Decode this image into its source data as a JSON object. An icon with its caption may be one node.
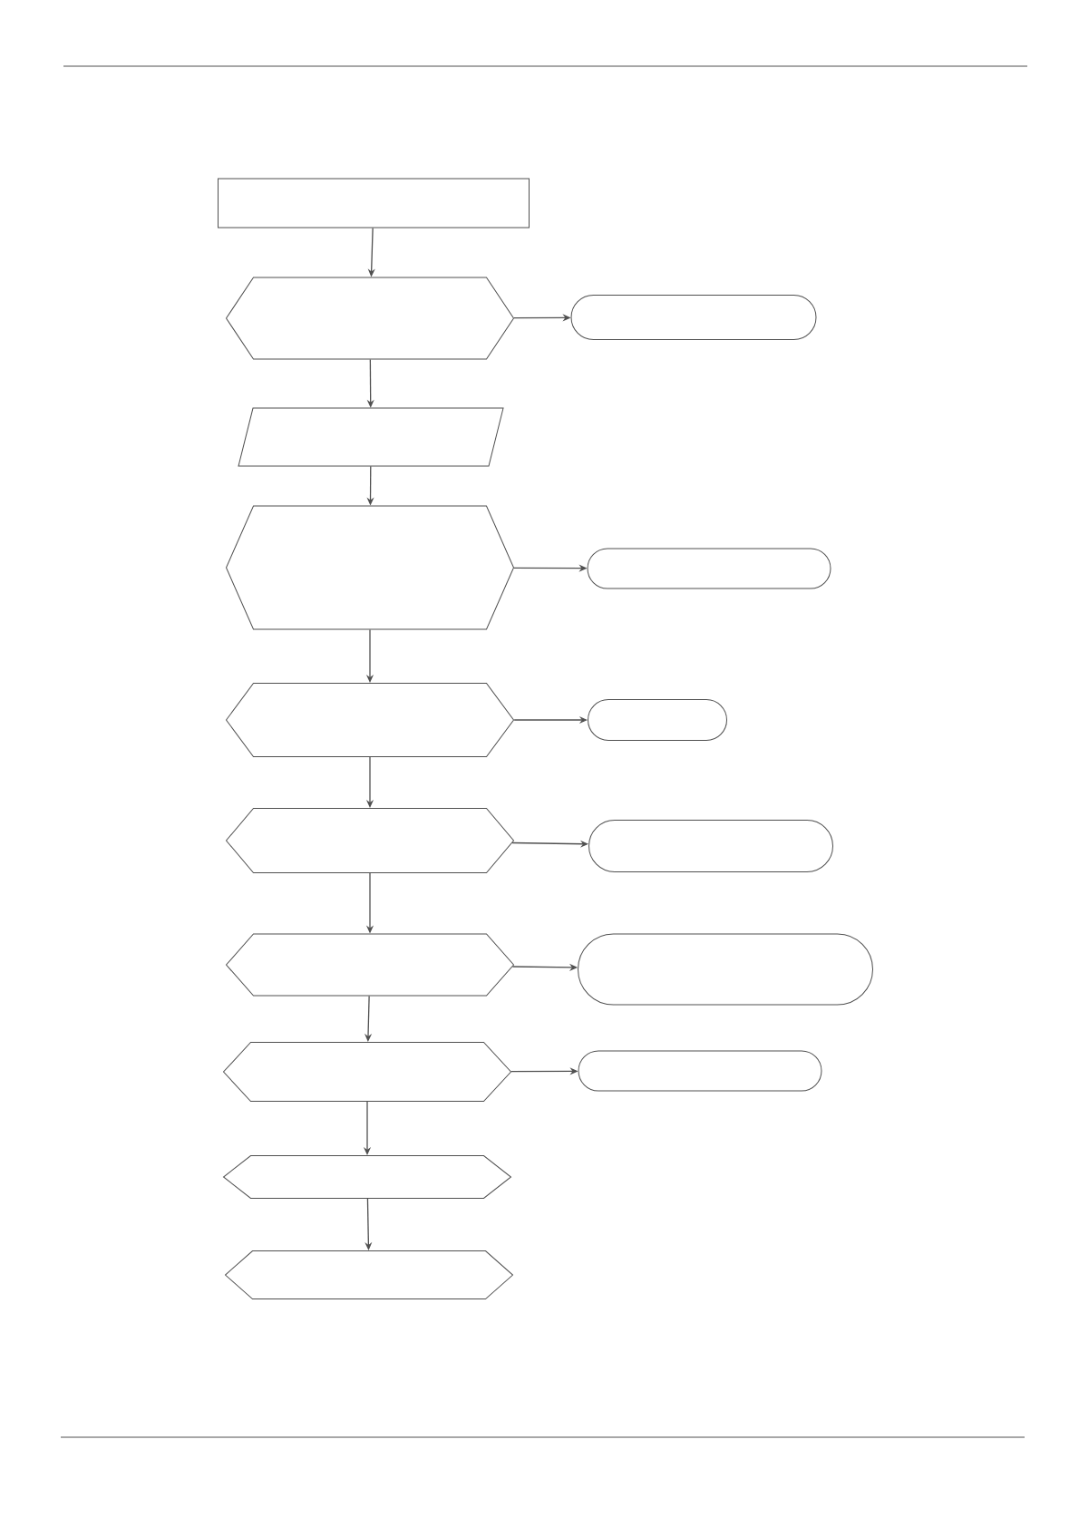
{
  "diagram": {
    "nodes": [
      {
        "text": [],
        "shape": "box"
      },
      {
        "text": [],
        "shape": "hexagon"
      },
      {
        "text": [],
        "shape": "capsule"
      },
      {
        "text": [],
        "shape": "parallelogram"
      },
      {
        "text": [],
        "shape": "hexagon"
      },
      {
        "text": [],
        "shape": "capsule"
      },
      {
        "text": [],
        "shape": "hexagon"
      },
      {
        "text": [],
        "shape": "capsule"
      },
      {
        "text": [],
        "shape": "hexagon"
      },
      {
        "text": [],
        "shape": "capsule"
      },
      {
        "text": [],
        "shape": "hexagon"
      },
      {
        "text": [],
        "shape": "capsule"
      },
      {
        "text": [],
        "shape": "hexagon"
      },
      {
        "text": [],
        "shape": "capsule"
      },
      {
        "text": [],
        "shape": "hexagon"
      },
      {
        "text": [],
        "shape": "hexagon"
      }
    ],
    "edges": [
      {
        "from": 0,
        "to": 1,
        "arrow": "to"
      },
      {
        "from": 1,
        "to": 2,
        "arrow": "to"
      },
      {
        "from": 1,
        "to": 3,
        "arrow": "to"
      },
      {
        "from": 3,
        "to": 4,
        "arrow": "to"
      },
      {
        "from": 4,
        "to": 5,
        "arrow": "to"
      },
      {
        "from": 4,
        "to": 6,
        "arrow": "to"
      },
      {
        "from": 6,
        "to": 7,
        "arrow": "to"
      },
      {
        "from": 6,
        "to": 8,
        "arrow": "to"
      },
      {
        "from": 8,
        "to": 9,
        "arrow": "to"
      },
      {
        "from": 8,
        "to": 10,
        "arrow": "to"
      },
      {
        "from": 10,
        "to": 11,
        "arrow": "to"
      },
      {
        "from": 10,
        "to": 12,
        "arrow": "to"
      },
      {
        "from": 12,
        "to": 13,
        "arrow": "to"
      },
      {
        "from": 12,
        "to": 14,
        "arrow": "to"
      },
      {
        "from": 14,
        "to": 15,
        "arrow": "to"
      }
    ]
  }
}
